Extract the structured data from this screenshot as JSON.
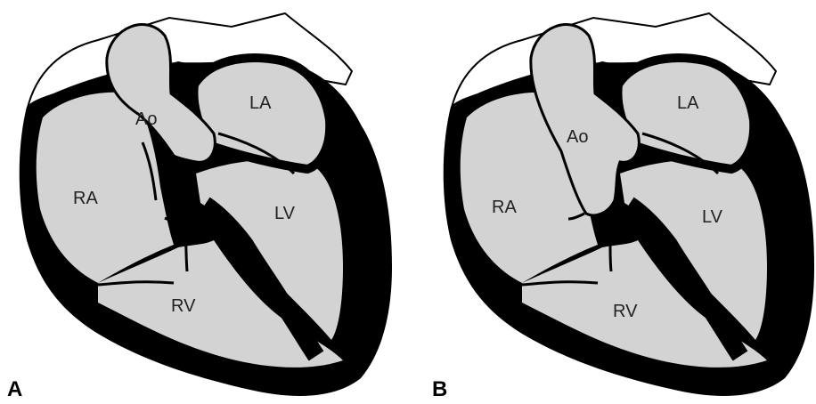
{
  "panels": [
    {
      "letter": "A",
      "labels": {
        "ra": "RA",
        "ao": "Ao",
        "la": "LA",
        "lv": "LV",
        "rv": "RV"
      }
    },
    {
      "letter": "B",
      "labels": {
        "ra": "RA",
        "ao": "Ao",
        "la": "LA",
        "lv": "LV",
        "rv": "RV"
      }
    }
  ],
  "colors": {
    "chamber_fill": "#d3d3d3",
    "wall": "#000000",
    "background": "#ffffff"
  }
}
